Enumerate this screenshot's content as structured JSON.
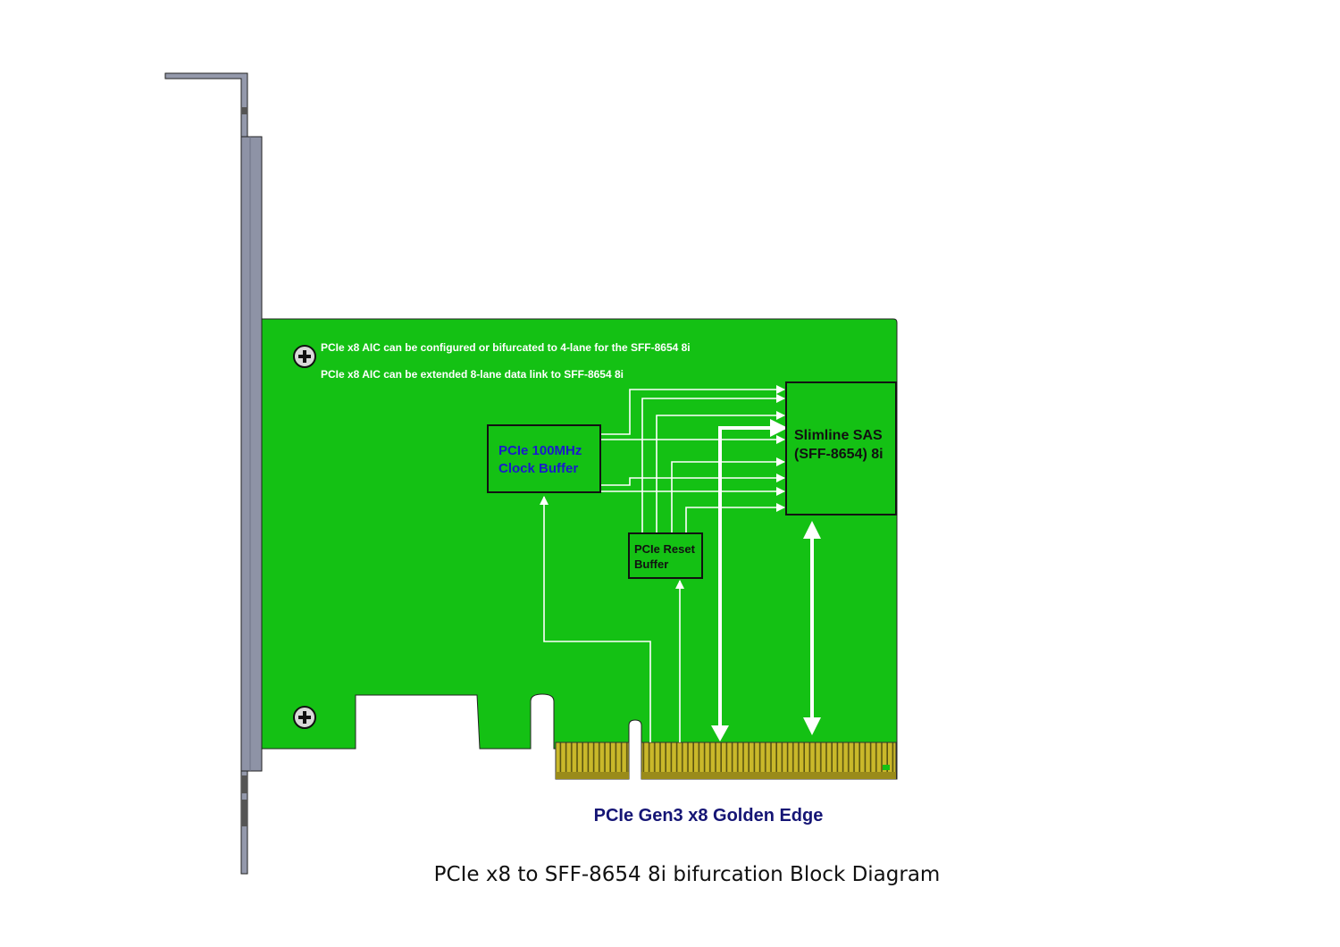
{
  "notes": {
    "line1": "PCIe x8 AIC can be configured or bifurcated to 4-lane for the SFF-8654 8i",
    "line2": "PCIe x8 AIC can be extended 8-lane data link to SFF-8654 8i"
  },
  "blocks": {
    "clock_buffer": {
      "line1": "PCIe 100MHz",
      "line2": "Clock Buffer"
    },
    "reset_buffer": {
      "line1": "PCIe Reset",
      "line2": "Buffer"
    },
    "slimline": {
      "line1": "Slimline SAS",
      "line2": "(SFF-8654) 8i"
    }
  },
  "edge_label": "PCIe Gen3 x8 Golden Edge",
  "caption": "PCIe x8 to SFF-8654 8i bifurcation Block Diagram",
  "colors": {
    "pcb": "#14c114",
    "gold": "#c9b82a",
    "bracket": "#8e93a6",
    "arrow": "#ffffff",
    "clock_text": "#1a1acc",
    "edge_text": "#151575"
  },
  "icons": {
    "screw": "phillips-screw-icon"
  }
}
